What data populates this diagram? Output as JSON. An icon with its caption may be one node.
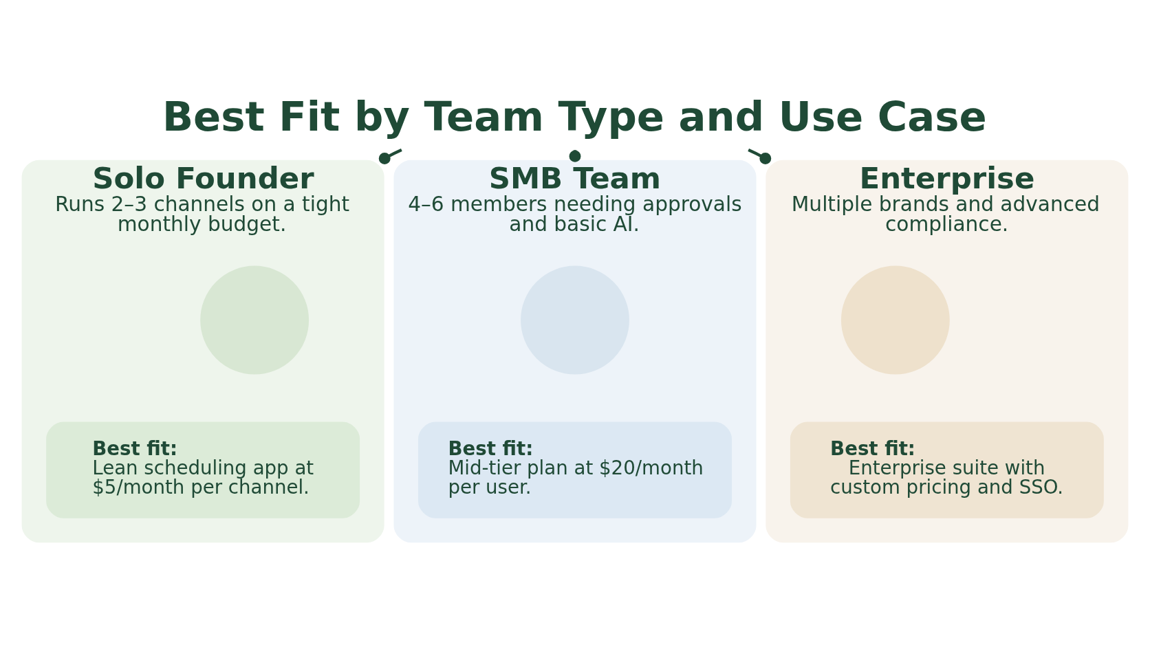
{
  "diagram": {
    "nodes": [
      {
        "text": [
          "Best Fit by Team Type and Use Case"
        ]
      },
      {
        "text": [
          "Solo Founder",
          "Runs 2–3 channels on a tight monthly budget."
        ]
      },
      {
        "text": [],
        "shape": "circle",
        "in": 1
      },
      {
        "text": [
          "Best fit:",
          "Lean scheduling app at $5/month per channel."
        ],
        "in": 1
      },
      {
        "text": [
          "SMB Team",
          "4–6 members needing approvals and basic AI."
        ]
      },
      {
        "text": [],
        "shape": "circle",
        "in": 4
      },
      {
        "text": [
          "Best fit:",
          "Mid-tier plan at $20/month per user."
        ],
        "in": 4
      },
      {
        "text": [
          "Enterprise",
          "Multiple brands and advanced compliance."
        ]
      },
      {
        "text": [],
        "shape": "circle",
        "in": 7
      },
      {
        "text": [
          "Best fit:",
          "Enterprise suite with custom pricing and SSO."
        ],
        "in": 7
      }
    ],
    "edges": [
      {
        "from": 0,
        "to": 1,
        "arrow": "other"
      },
      {
        "from": 0,
        "to": 4,
        "arrow": "other"
      },
      {
        "from": 0,
        "to": 7,
        "arrow": "other"
      }
    ]
  }
}
